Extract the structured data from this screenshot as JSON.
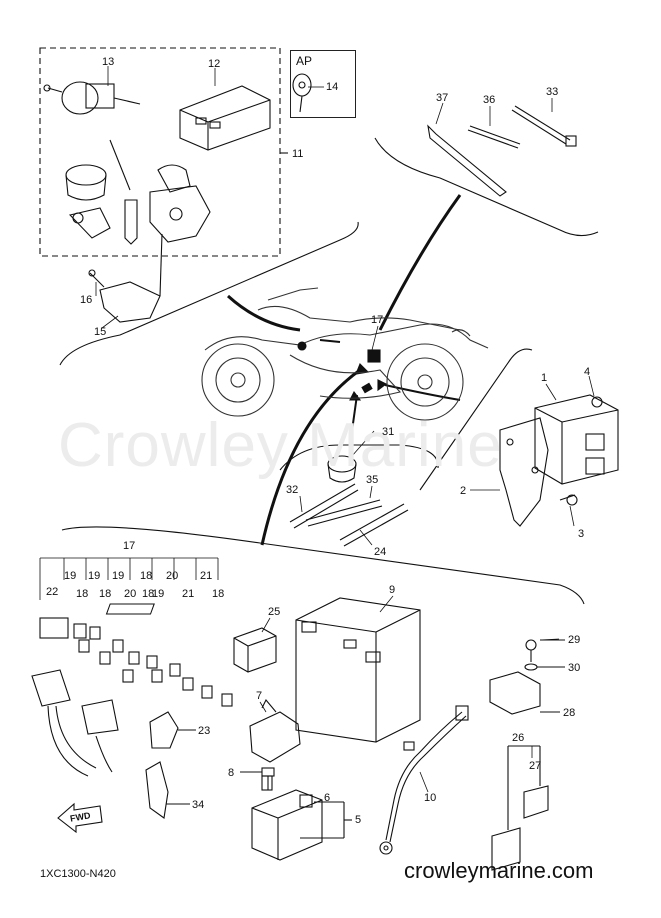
{
  "diagram": {
    "watermark": "Crowley Marine",
    "site": "crowleymarine.com",
    "code": "1XC1300-N420",
    "ap_label": "AP",
    "fwd_label": "FWD"
  },
  "callouts": [
    {
      "id": "c13",
      "text": "13"
    },
    {
      "id": "c12",
      "text": "12"
    },
    {
      "id": "c14",
      "text": "14"
    },
    {
      "id": "c11",
      "text": "11"
    },
    {
      "id": "c16",
      "text": "16"
    },
    {
      "id": "c15",
      "text": "15"
    },
    {
      "id": "c37",
      "text": "37"
    },
    {
      "id": "c36",
      "text": "36"
    },
    {
      "id": "c33",
      "text": "33"
    },
    {
      "id": "c17a",
      "text": "17"
    },
    {
      "id": "c1",
      "text": "1"
    },
    {
      "id": "c4",
      "text": "4"
    },
    {
      "id": "c2",
      "text": "2"
    },
    {
      "id": "c3",
      "text": "3"
    },
    {
      "id": "c31",
      "text": "31"
    },
    {
      "id": "c32",
      "text": "32"
    },
    {
      "id": "c35",
      "text": "35"
    },
    {
      "id": "c24",
      "text": "24"
    },
    {
      "id": "c17b",
      "text": "17"
    },
    {
      "id": "c22",
      "text": "22"
    },
    {
      "id": "c19a",
      "text": "19"
    },
    {
      "id": "c19b",
      "text": "19"
    },
    {
      "id": "c19c",
      "text": "19"
    },
    {
      "id": "c18a",
      "text": "18"
    },
    {
      "id": "c20a",
      "text": "20"
    },
    {
      "id": "c19d",
      "text": "19"
    },
    {
      "id": "c20b",
      "text": "20"
    },
    {
      "id": "c21a",
      "text": "21"
    },
    {
      "id": "c18b",
      "text": "18"
    },
    {
      "id": "c18c",
      "text": "18"
    },
    {
      "id": "c18d",
      "text": "18"
    },
    {
      "id": "c21b",
      "text": "21"
    },
    {
      "id": "c18e",
      "text": "18"
    },
    {
      "id": "c9",
      "text": "9"
    },
    {
      "id": "c25",
      "text": "25"
    },
    {
      "id": "c29",
      "text": "29"
    },
    {
      "id": "c30",
      "text": "30"
    },
    {
      "id": "c28",
      "text": "28"
    },
    {
      "id": "c23",
      "text": "23"
    },
    {
      "id": "c7",
      "text": "7"
    },
    {
      "id": "c8",
      "text": "8"
    },
    {
      "id": "c6",
      "text": "6"
    },
    {
      "id": "c5",
      "text": "5"
    },
    {
      "id": "c10",
      "text": "10"
    },
    {
      "id": "c26",
      "text": "26"
    },
    {
      "id": "c27",
      "text": "27"
    },
    {
      "id": "c34",
      "text": "34"
    }
  ]
}
